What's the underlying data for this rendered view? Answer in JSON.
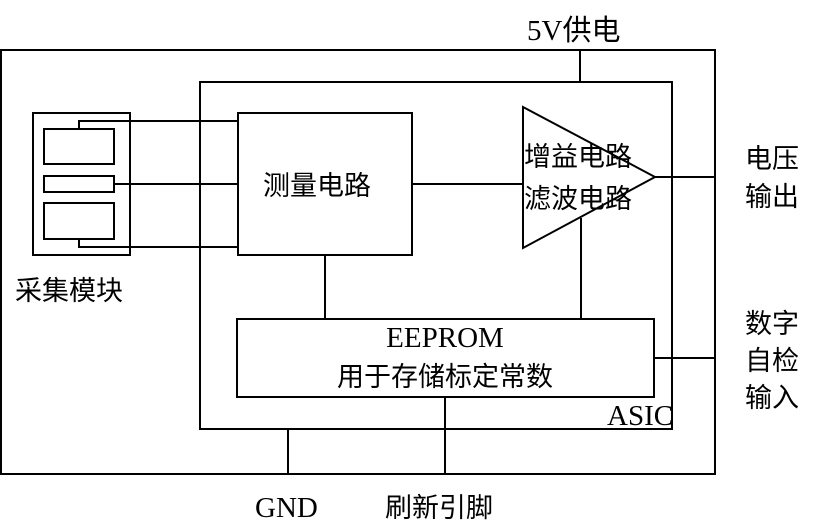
{
  "diagram": {
    "title": "Sensor ASIC block diagram",
    "labels": {
      "power_supply": "5V供电",
      "collection_module": "采集模块",
      "measurement_circuit": "测量电路",
      "amplifier_line1": "增益电路",
      "amplifier_line2": "滤波电路",
      "voltage_output_line1": "电压",
      "voltage_output_line2": "输出",
      "eeprom_line1": "EEPROM",
      "eeprom_line2": "用于存储标定常数",
      "asic": "ASIC",
      "self_test_line1": "数字",
      "self_test_line2": "自检",
      "self_test_line3": "输入",
      "gnd": "GND",
      "refresh_pin": "刷新引脚"
    },
    "connections": [
      {
        "from": "collection_module",
        "to": "measurement_circuit",
        "count": 3
      },
      {
        "from": "measurement_circuit",
        "to": "amplifier"
      },
      {
        "from": "measurement_circuit",
        "to": "eeprom"
      },
      {
        "from": "eeprom",
        "to": "amplifier"
      },
      {
        "from": "amplifier",
        "to": "voltage_output"
      },
      {
        "from": "power_supply",
        "to": "asic"
      },
      {
        "from": "self_test_input",
        "to": "eeprom"
      },
      {
        "from": "asic",
        "to": "gnd"
      },
      {
        "from": "eeprom",
        "to": "refresh_pin"
      }
    ]
  }
}
